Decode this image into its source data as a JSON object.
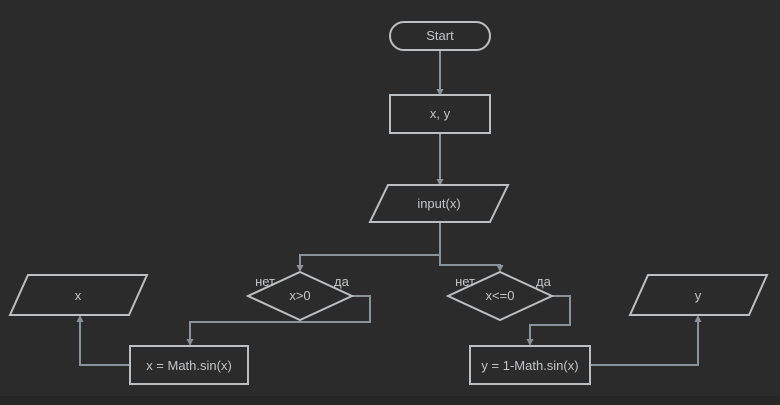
{
  "diagram": {
    "title": "flowchart",
    "colors": {
      "background": "#2b2b2b",
      "bottom_strip": "#262626",
      "shape_stroke": "#bcbfc1",
      "connector_stroke": "#8a9399",
      "text": "#c3c5c7"
    },
    "nodes": {
      "start": {
        "type": "terminator",
        "label": "Start"
      },
      "declare": {
        "type": "process",
        "label": "x, y"
      },
      "input": {
        "type": "input-output",
        "label": "input(x)"
      },
      "cond1": {
        "type": "decision",
        "label": "x>0"
      },
      "cond2": {
        "type": "decision",
        "label": "x<=0"
      },
      "assign_x": {
        "type": "process",
        "label": "x = Math.sin(x)"
      },
      "assign_y": {
        "type": "process",
        "label": "y = 1-Math.sin(x)"
      },
      "out_x": {
        "type": "input-output",
        "label": "x"
      },
      "out_y": {
        "type": "input-output",
        "label": "y"
      }
    },
    "branches": {
      "cond1_no": "нет",
      "cond1_yes": "да",
      "cond2_no": "нет",
      "cond2_yes": "да"
    }
  }
}
